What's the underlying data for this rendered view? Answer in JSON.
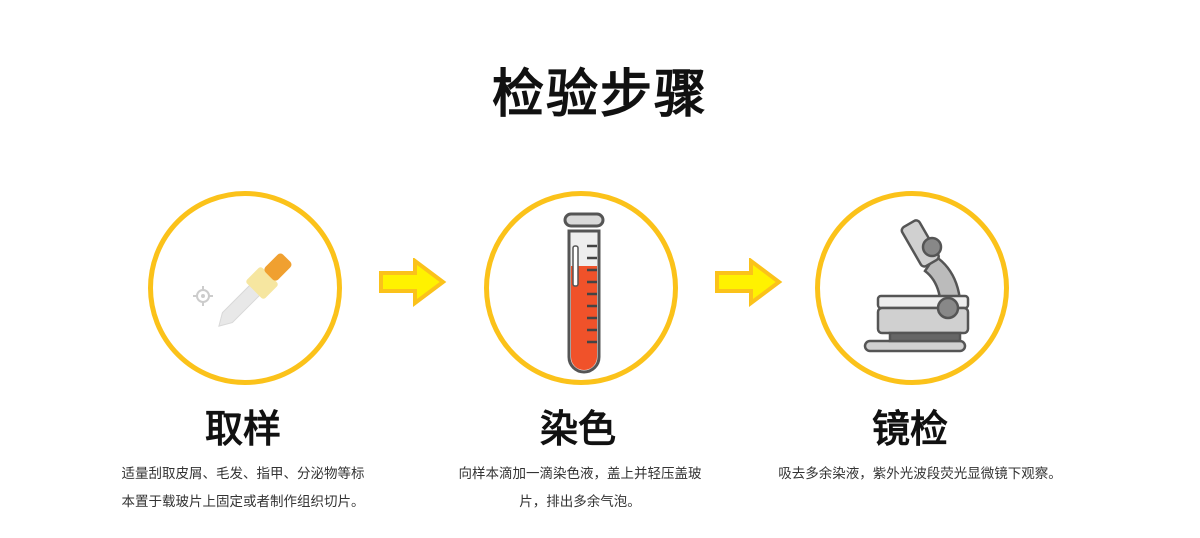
{
  "title": "检验步骤",
  "steps": [
    {
      "title": "取样",
      "icon": "dropper-icon",
      "desc_lines": [
        "适量刮取皮屑、毛发、指甲、分泌物等标",
        "本置于载玻片上固定或者制作组织切片。"
      ]
    },
    {
      "title": "染色",
      "icon": "test-tube-icon",
      "desc_lines": [
        "向样本滴加一滴染色液，盖上并轻压盖玻",
        "片，排出多余气泡。"
      ]
    },
    {
      "title": "镜检",
      "icon": "microscope-icon",
      "desc_lines": [
        "吸去多余染液，紫外光波段荧光显微镜下观察。"
      ]
    }
  ],
  "colors": {
    "ring": "#fbc21a",
    "arrow_fill": "#fff200",
    "arrow_stroke": "#fbc21a",
    "liquid": "#f0522a"
  }
}
